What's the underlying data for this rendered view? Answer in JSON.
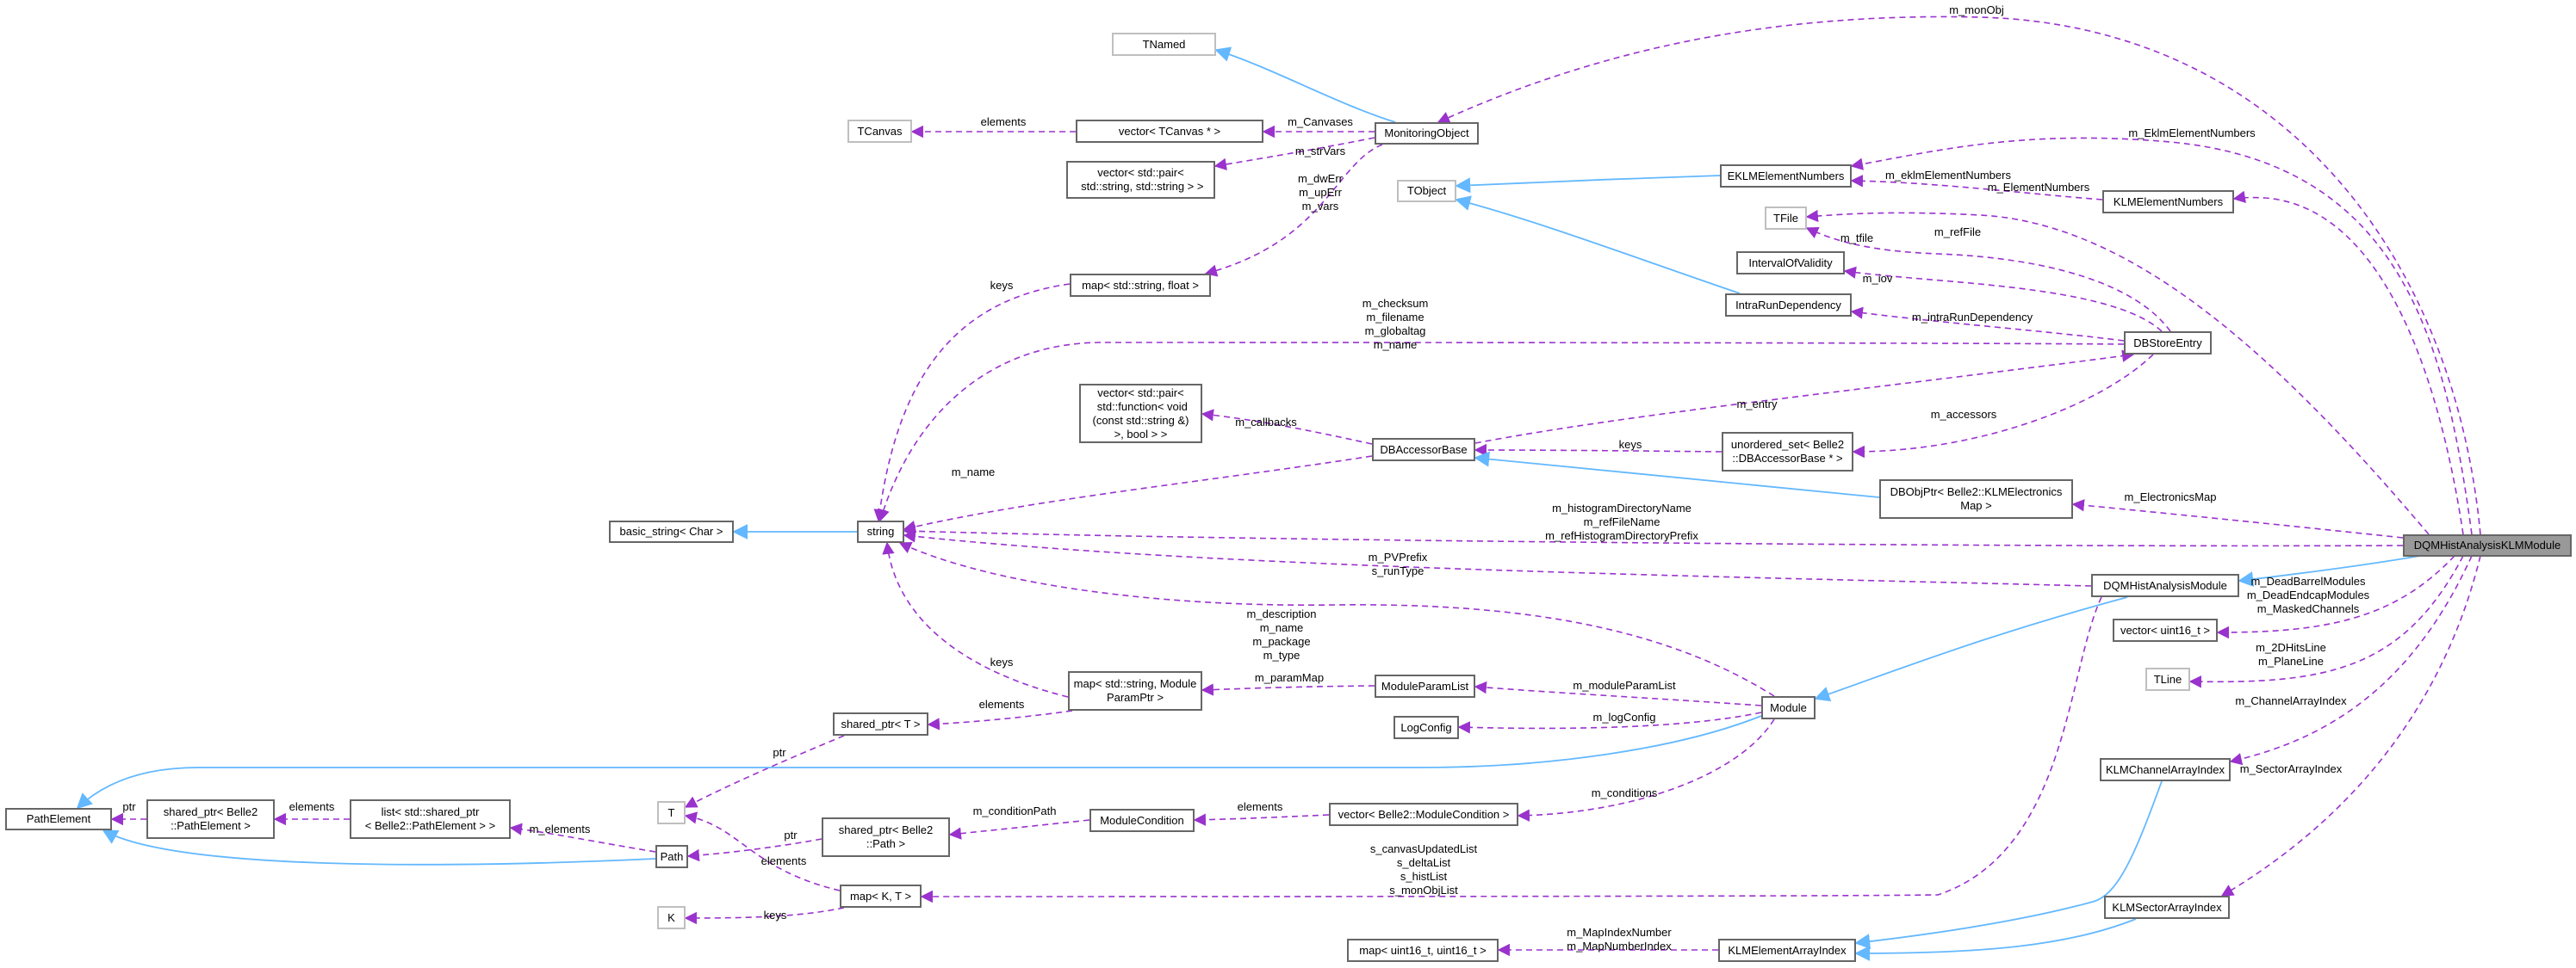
{
  "diagram": {
    "title": "DQMHistAnalysisKLMModule collaboration diagram",
    "colors": {
      "inheritance": "#63b8ff",
      "usage": "#9a32cd",
      "root_fill": "#999999",
      "node_border": "#666666",
      "external_border": "#bfbfbf"
    },
    "nodes": {
      "root": "DQMHistAnalysisKLMModule",
      "tnamed": "TNamed",
      "tcanvas": "TCanvas",
      "vec_tcanvas": "vector< TCanvas * >",
      "monobj": "MonitoringObject",
      "vec_pair_str": "vector< std::pair<\n std::string, std::string > >",
      "map_str_float": "map< std::string, float >",
      "tobject": "TObject",
      "eklm_num": "EKLMElementNumbers",
      "klm_num": "KLMElementNumbers",
      "tfile": "TFile",
      "iov": "IntervalOfValidity",
      "intrarun": "IntraRunDependency",
      "dbstore": "DBStoreEntry",
      "vec_pair_fn": "vector< std::pair<\n std::function< void\n(const std::string &)\n>, bool > >",
      "dbaccessor": "DBAccessorBase",
      "uset": "unordered_set< Belle2\n::DBAccessorBase * >",
      "dbobjptr": "DBObjPtr< Belle2::KLMElectronics\nMap >",
      "basic_string": "basic_string< Char >",
      "string": "string",
      "dqm_module": "DQMHistAnalysisModule",
      "vec_u16": "vector< uint16_t >",
      "tline": "TLine",
      "modparamlist": "ModuleParamList",
      "map_modparam": "map< std::string, Module\nParamPtr >",
      "logconfig": "LogConfig",
      "module": "Module",
      "shared_t": "shared_ptr< T >",
      "pathelement": "PathElement",
      "shared_pe": "shared_ptr< Belle2\n::PathElement >",
      "list_pe": "list< std::shared_ptr\n< Belle2::PathElement > >",
      "t": "T",
      "path": "Path",
      "shared_path": "shared_ptr< Belle2\n::Path >",
      "modcond": "ModuleCondition",
      "vec_modcond": "vector< Belle2::ModuleCondition >",
      "map_kt": "map< K, T >",
      "k": "K",
      "map_u16": "map< uint16_t, uint16_t >",
      "klm_elem_idx": "KLMElementArrayIndex",
      "klm_chan_idx": "KLMChannelArrayIndex",
      "klm_sect_idx": "KLMSectorArrayIndex"
    },
    "edge_labels": {
      "monobj": "m_monObj",
      "eklm_big": "m_EklmElementNumbers",
      "eklm_small": "m_eklmElementNumbers",
      "elemnum": "m_ElementNumbers",
      "reffile": "m_refFile",
      "tfile": "m_tfile",
      "iov": "m_iov",
      "intrarun": "m_intraRunDependency",
      "dbstore_str": "m_checksum\nm_filename\nm_globaltag\nm_name",
      "entry": "m_entry",
      "accessors": "m_accessors",
      "keys_uset": "keys",
      "callbacks": "m_callbacks",
      "dba_name": "m_name",
      "elecmap": "m_ElectronicsMap",
      "root_str": "m_histogramDirectoryName\nm_refFileName\nm_refHistogramDirectoryPrefix",
      "dqm_str": "m_PVPrefix\ns_runType",
      "dead": "m_DeadBarrelModules\nm_DeadEndcapModules\nm_MaskedChannels",
      "lines": "m_2DHitsLine\nm_PlaneLine",
      "chan": "m_ChannelArrayIndex",
      "sect": "m_SectorArrayIndex",
      "canvases": "m_Canvases",
      "tcanvas_el": "elements",
      "strvars": "m_strVars",
      "vars": "m_dwErr\nm_upErr\nm_vars",
      "keys_float": "keys",
      "module_str": "m_description\nm_name\nm_package\nm_type",
      "keys_modparam": "keys",
      "elements_modparam": "elements",
      "parammap": "m_paramMap",
      "modparamlist": "m_moduleParamList",
      "logconfig": "m_logConfig",
      "conditions": "m_conditions",
      "ptr_shared_t": "ptr",
      "ptr_pe": "ptr",
      "elements_pe": "elements",
      "m_elements": "m_elements",
      "ptr_path": "ptr",
      "condpath": "m_conditionPath",
      "elements_cond": "elements",
      "elements_kt": "elements",
      "keys_kt": "keys",
      "lists": "s_canvasUpdatedList\ns_deltaList\ns_histList\ns_monObjList",
      "mapidx": "m_MapIndexNumber\nm_MapNumberIndex"
    }
  }
}
